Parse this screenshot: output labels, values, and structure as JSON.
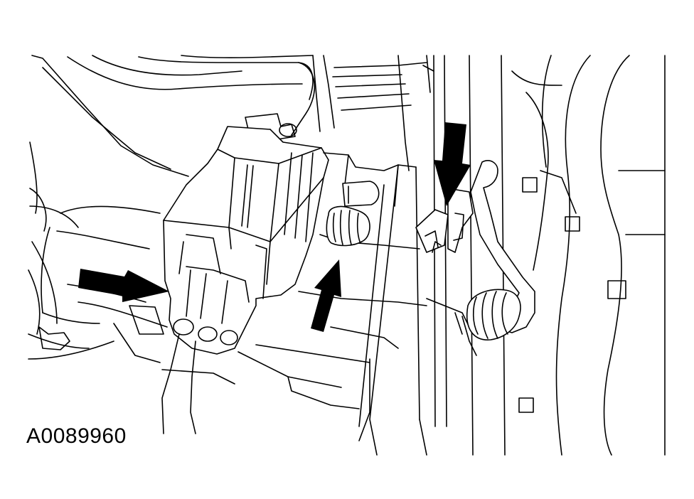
{
  "figure": {
    "code": "A0089960"
  },
  "illustration": {
    "style": "black-and-white line drawing",
    "callout_arrows": 3
  },
  "colors": {
    "background": "#ffffff",
    "ink": "#000000"
  }
}
